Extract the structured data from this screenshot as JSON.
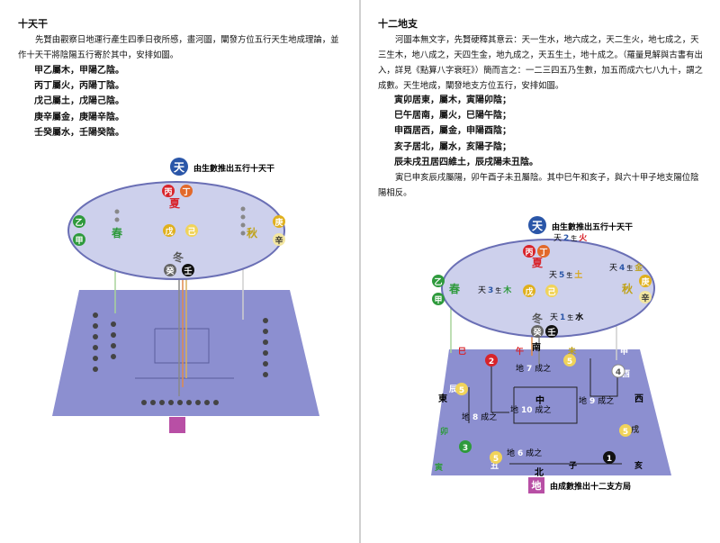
{
  "left": {
    "heading": "十天干",
    "intro": "先賢由觀察日地運行產生四季日夜所感，畫河圖，闡發方位五行天生地成理論，並作十天干將陰陽五行寄於其中，安排如圖。",
    "rules": [
      "甲乙屬木，甲陽乙陰。",
      "丙丁屬火，丙陽丁陰。",
      "戊己屬土，戊陽己陰。",
      "庚辛屬金，庚陽辛陰。",
      "壬癸屬水，壬陽癸陰。"
    ],
    "diagram": {
      "heaven": "天",
      "caption": "由生數推出五行十天干",
      "seasons": {
        "spring": "春",
        "summer": "夏",
        "autumn": "秋",
        "winter": "冬"
      },
      "stems": {
        "jia": "甲",
        "yi": "乙",
        "bing": "丙",
        "ding": "丁",
        "wu": "戊",
        "ji": "己",
        "geng": "庚",
        "xin": "辛",
        "ren": "壬",
        "gui": "癸"
      }
    }
  },
  "right": {
    "heading": "十二地支",
    "intro": "河圖本無文字，先賢硬釋其意云：天一生水，地六成之，天二生火，地七成之，天三生木，地八成之，天四生金，地九成之，天五生土，地十成之。（羅量見解與古書有出入，詳見《點算八字衰旺》）簡而言之：一二三四五乃生數，加五而成六七八九十，謂之成數。天生地成，闡發地支方位五行，安排如圖。",
    "rules": [
      "寅卯居東，屬木，寅陽卯陰；",
      "巳午居南，屬火，巳陽午陰；",
      "申酉居西，屬金，申陽酉陰；",
      "亥子居北，屬水，亥陽子陰；",
      "辰未戌丑居四維土，辰戌陽未丑陰。"
    ],
    "outro": "寅巳申亥辰戌屬陽，卯午酉子未丑屬陰。其中巳午和亥子，與六十甲子地支陽位陰陽相反。",
    "diagram": {
      "heaven": "天",
      "heaven_caption": "由生數推出五行十天干",
      "earth": "地",
      "earth_caption": "由成數推出十二支方局",
      "seasons": {
        "spring": "春",
        "summer": "夏",
        "autumn": "秋",
        "winter": "冬"
      },
      "sky_numbers": [
        {
          "label": "天",
          "num": "2",
          "verb": "生",
          "elem": "火"
        },
        {
          "label": "天",
          "num": "3",
          "verb": "生",
          "elem": "木"
        },
        {
          "label": "天",
          "num": "5",
          "verb": "生",
          "elem": "土"
        },
        {
          "label": "天",
          "num": "4",
          "verb": "生",
          "elem": "金"
        },
        {
          "label": "天",
          "num": "1",
          "verb": "生",
          "elem": "水"
        }
      ],
      "earth_numbers": [
        {
          "label": "地",
          "num": "7",
          "verb": "成之"
        },
        {
          "label": "地",
          "num": "8",
          "verb": "成之"
        },
        {
          "label": "地",
          "num": "10",
          "verb": "成之"
        },
        {
          "label": "地",
          "num": "9",
          "verb": "成之"
        },
        {
          "label": "地",
          "num": "6",
          "verb": "成之"
        }
      ],
      "directions": {
        "south": "南",
        "north": "北",
        "east": "東",
        "west": "西",
        "center": "中"
      },
      "branches": {
        "si": "巳",
        "wu": "午",
        "wei": "未",
        "shen": "申",
        "you": "酉",
        "xu": "戌",
        "hai": "亥",
        "zi": "子",
        "chou": "丑",
        "yin": "寅",
        "mao": "卯",
        "chen": "辰"
      },
      "stems": {
        "jia": "甲",
        "yi": "乙",
        "bing": "丙",
        "ding": "丁",
        "wu": "戊",
        "ji": "己",
        "geng": "庚",
        "xin": "辛",
        "ren": "壬",
        "gui": "癸"
      },
      "small_numbers": {
        "one": "1",
        "two": "2",
        "three": "3",
        "four": "4",
        "five": "5"
      }
    }
  },
  "colors": {
    "ellipse": "#cdd0ec",
    "floor": "#8c8fd0",
    "earth_badge": "#b84fa5",
    "heaven_badge": "#2a56a8",
    "fire": "#d8232a",
    "wood": "#2e9a3c",
    "earth_elem": "#d8a61a",
    "metal": "#bfa21a",
    "water": "#111111"
  }
}
